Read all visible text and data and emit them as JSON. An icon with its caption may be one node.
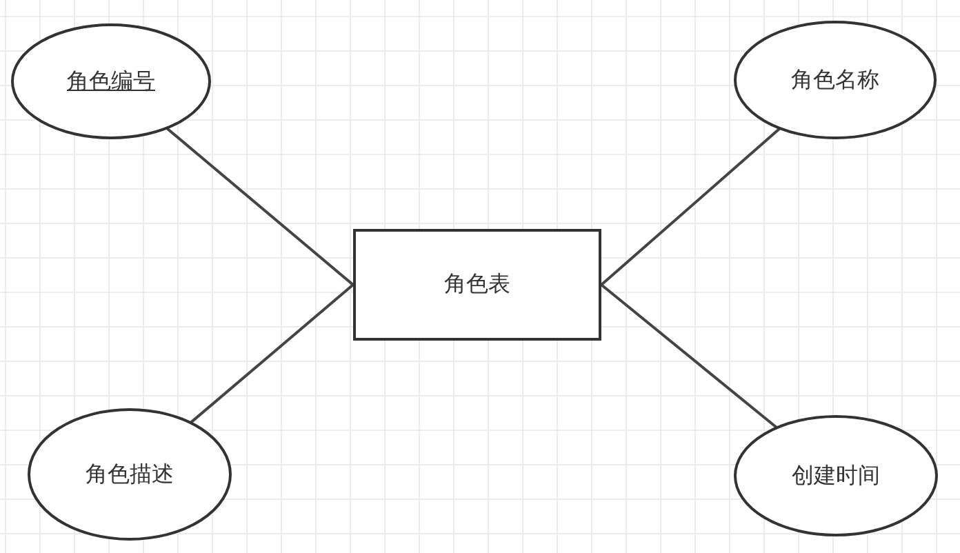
{
  "diagram": {
    "nodes": [
      {
        "text": [
          "角色编号"
        ]
      },
      {
        "text": [
          "角色名称"
        ]
      },
      {
        "text": [
          "角色表"
        ]
      },
      {
        "text": [
          "角色描述"
        ]
      },
      {
        "text": [
          "创建时间"
        ]
      }
    ],
    "edges": [
      {
        "from": 2,
        "to": 0,
        "arrow": "none"
      },
      {
        "from": 2,
        "to": 1,
        "arrow": "none"
      },
      {
        "from": 2,
        "to": 3,
        "arrow": "none"
      },
      {
        "from": 2,
        "to": 4,
        "arrow": "none"
      }
    ]
  }
}
